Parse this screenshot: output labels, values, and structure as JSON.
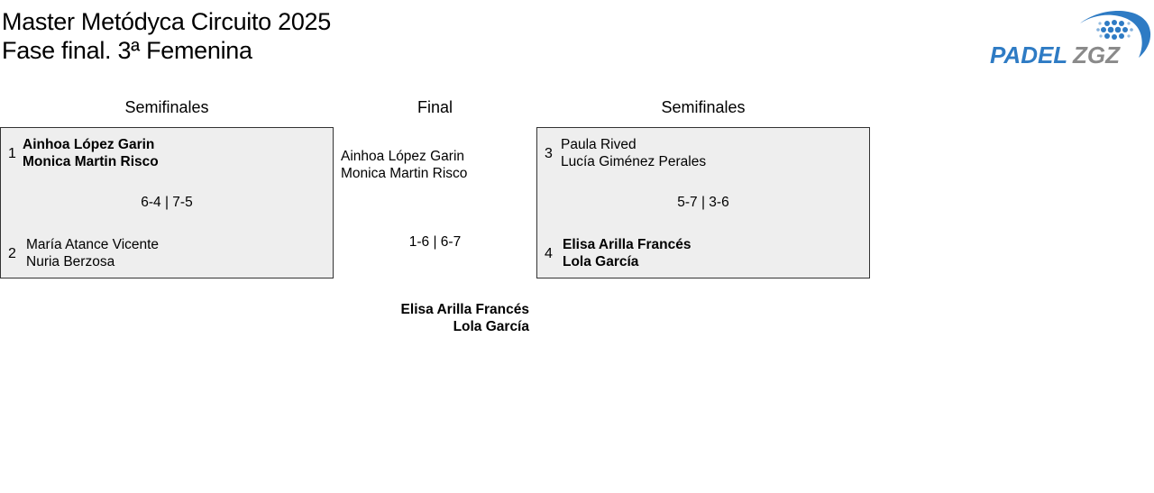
{
  "title_line1": "Master Metódyca Circuito 2025",
  "title_line2": "Fase final. 3ª Femenina",
  "logo": {
    "text_left": "PADEL",
    "text_right": "ZGZ",
    "colors": {
      "blue": "#2e7bc4",
      "gray": "#8a8a8a"
    }
  },
  "columns": {
    "left": "Semifinales",
    "center": "Final",
    "right": "Semifinales"
  },
  "semi1": {
    "team1": {
      "seed": "1",
      "p1": "Ainhoa López Garin",
      "p2": "Monica Martin Risco"
    },
    "score": "6-4 | 7-5",
    "team2": {
      "seed": "2",
      "p1": "María Atance Vicente",
      "p2": "Nuria Berzosa"
    }
  },
  "semi2": {
    "team1": {
      "seed": "3",
      "p1": "Paula Rived",
      "p2": "Lucía Giménez Perales"
    },
    "score": "5-7 | 3-6",
    "team2": {
      "seed": "4",
      "p1": "Elisa Arilla Francés",
      "p2": "Lola García"
    }
  },
  "final": {
    "team1": {
      "p1": "Ainhoa López Garin",
      "p2": "Monica Martin Risco"
    },
    "score": "1-6 | 6-7",
    "team2": {
      "p1": "Elisa Arilla Francés",
      "p2": "Lola García"
    }
  }
}
